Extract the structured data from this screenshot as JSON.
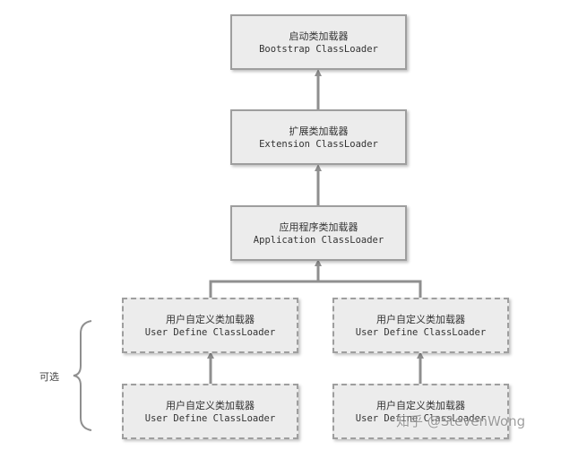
{
  "nodes": {
    "bootstrap": {
      "zh": "启动类加载器",
      "en": "Bootstrap ClassLoader"
    },
    "extension": {
      "zh": "扩展类加载器",
      "en": "Extension ClassLoader"
    },
    "application": {
      "zh": "应用程序类加载器",
      "en": "Application ClassLoader"
    },
    "user_left_top": {
      "zh": "用户自定义类加载器",
      "en": "User Define ClassLoader"
    },
    "user_right_top": {
      "zh": "用户自定义类加载器",
      "en": "User Define ClassLoader"
    },
    "user_left_bottom": {
      "zh": "用户自定义类加载器",
      "en": "User Define ClassLoader"
    },
    "user_right_bottom": {
      "zh": "用户自定义类加载器",
      "en": "User Define ClassLoader"
    }
  },
  "optional_label": "可选",
  "watermark": "知乎 @StevenWong",
  "colors": {
    "box_fill": "#ececec",
    "box_border": "#9e9e9e",
    "connector": "#8f8f8f"
  }
}
